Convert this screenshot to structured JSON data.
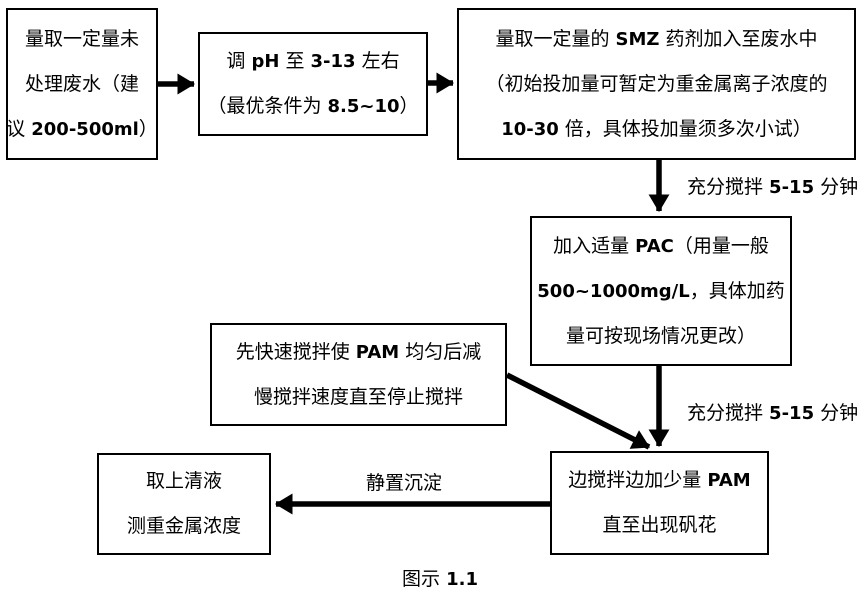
{
  "canvas": {
    "background": "#ffffff",
    "line_color": "#000000",
    "text_color": "#000000"
  },
  "caption": "图示 1.1",
  "nodes": [
    {
      "id": "measure-wastewater",
      "lines": [
        "量取一定量未",
        "处理废水（建",
        "议 200-500ml）"
      ]
    },
    {
      "id": "adjust-ph",
      "lines": [
        "调 pH 至 3-13 左右",
        "（最优条件为 8.5~10）"
      ]
    },
    {
      "id": "add-smz",
      "lines": [
        "量取一定量的 SMZ 药剂加入至废水中",
        "（初始投加量可暂定为重金属离子浓度的",
        "10-30 倍，具体投加量须多次小试）"
      ]
    },
    {
      "id": "add-pac",
      "lines": [
        "加入适量 PAC（用量一般",
        "500~1000mg/L，具体加药",
        "量可按现场情况更改）"
      ]
    },
    {
      "id": "pam-stir",
      "lines": [
        "先快速搅拌使 PAM 均匀后减",
        "慢搅拌速度直至停止搅拌"
      ]
    },
    {
      "id": "add-pam",
      "lines": [
        "边搅拌边加少量 PAM",
        "直至出现矾花"
      ]
    },
    {
      "id": "take-supernatant",
      "lines": [
        "取上清液",
        "测重金属浓度"
      ]
    }
  ],
  "edge_labels": {
    "stir1": "充分搅拌 5-15 分钟",
    "stir2": "充分搅拌 5-15 分钟",
    "settle": "静置沉淀"
  }
}
